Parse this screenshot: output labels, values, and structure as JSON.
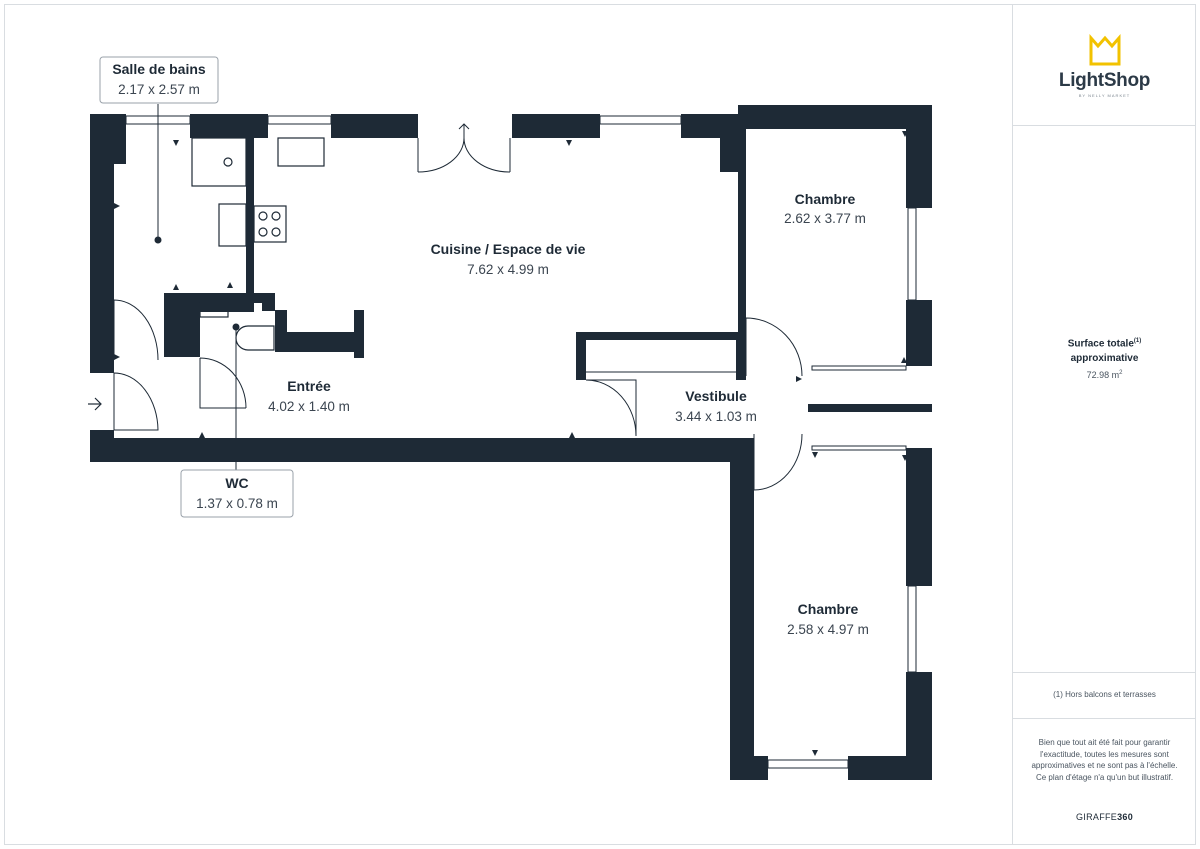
{
  "colors": {
    "wall": "#1e2a36",
    "accent": "#f2c200",
    "text": "#1e2a36"
  },
  "plan": {
    "rooms": [
      {
        "id": "salle-de-bains",
        "name": "Salle de bains",
        "dims": "2.17 x 2.57 m"
      },
      {
        "id": "cuisine",
        "name": "Cuisine / Espace de vie",
        "dims": "7.62 x 4.99 m"
      },
      {
        "id": "chambre-1",
        "name": "Chambre",
        "dims": "2.62 x 3.77 m"
      },
      {
        "id": "entree",
        "name": "Entrée",
        "dims": "4.02 x 1.40 m"
      },
      {
        "id": "vestibule",
        "name": "Vestibule",
        "dims": "3.44 x 1.03 m"
      },
      {
        "id": "wc",
        "name": "WC",
        "dims": "1.37 x 0.78 m"
      },
      {
        "id": "chambre-2",
        "name": "Chambre",
        "dims": "2.58 x 4.97 m"
      }
    ]
  },
  "sidebar": {
    "logo": {
      "name": "LightShop",
      "tagline": "BY NELLY MARKET",
      "icon": "crown-icon"
    },
    "surface": {
      "label_line1": "Surface totale",
      "label_sup": "(1)",
      "label_line2": "approximative",
      "value": "72.98 m",
      "value_sup": "2"
    },
    "footnote": "(1) Hors balcons et terrasses",
    "disclaimer": "Bien que tout ait été fait pour garantir l'exactitude, toutes les mesures sont approximatives et ne sont pas à l'échelle. Ce plan d'étage n'a qu'un but illustratif.",
    "brand_prefix": "GIRAFFE",
    "brand_suffix": "360"
  }
}
